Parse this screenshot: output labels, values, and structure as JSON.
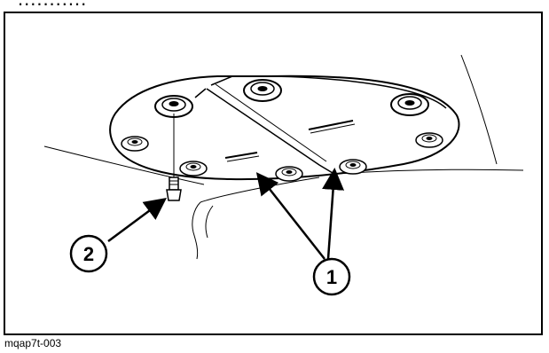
{
  "figure": {
    "header_partial": "...........",
    "callouts": [
      {
        "number": "1"
      },
      {
        "number": "2"
      }
    ],
    "figure_id": "mqap7t-003"
  }
}
